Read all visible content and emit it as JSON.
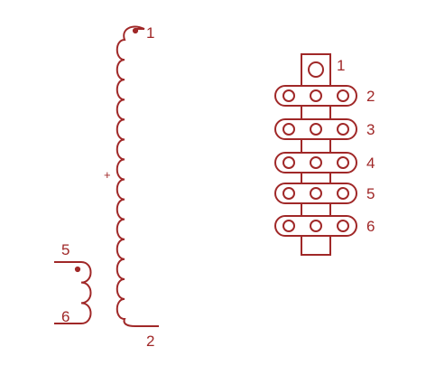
{
  "colors": {
    "stroke": "#a02828",
    "text": "#a02828",
    "background": "#ffffff"
  },
  "primary_winding": {
    "top_label": "1",
    "bottom_label": "2",
    "polarity_mark": "+",
    "turns": 14
  },
  "secondary_winding": {
    "top_label": "5",
    "bottom_label": "6",
    "turns": 3
  },
  "pinout": {
    "top_pin_label": "1",
    "pin_labels": [
      "2",
      "3",
      "4",
      "5",
      "6"
    ]
  }
}
